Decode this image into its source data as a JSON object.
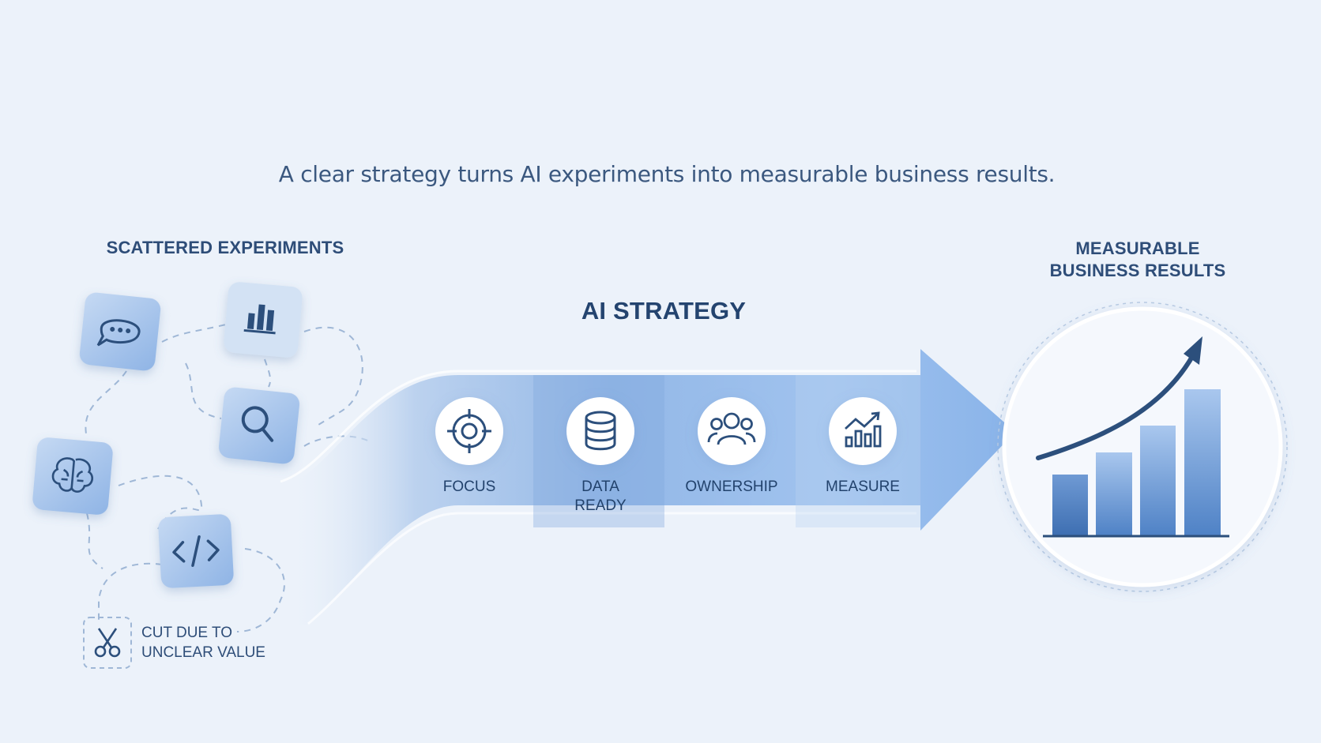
{
  "tagline": "A clear strategy turns AI experiments into measurable business results.",
  "scattered": {
    "title": "SCATTERED EXPERIMENTS"
  },
  "cut": {
    "line1": "CUT DUE TO",
    "line2": "UNCLEAR VALUE"
  },
  "strategy": {
    "title": "AI STRATEGY",
    "steps": [
      {
        "line1": "FOCUS",
        "line2": "",
        "icon": "target-icon"
      },
      {
        "line1": "DATA",
        "line2": "READY",
        "icon": "database-icon"
      },
      {
        "line1": "OWNERSHIP",
        "line2": "",
        "icon": "people-icon"
      },
      {
        "line1": "MEASURE",
        "line2": "",
        "icon": "chart-up-icon"
      }
    ]
  },
  "results": {
    "line1": "MEASURABLE",
    "line2": "BUSINESS RESULTS"
  },
  "colors": {
    "accent": "#6e9fdb",
    "dark": "#2c4f7c",
    "bg": "#ecf2fa"
  }
}
